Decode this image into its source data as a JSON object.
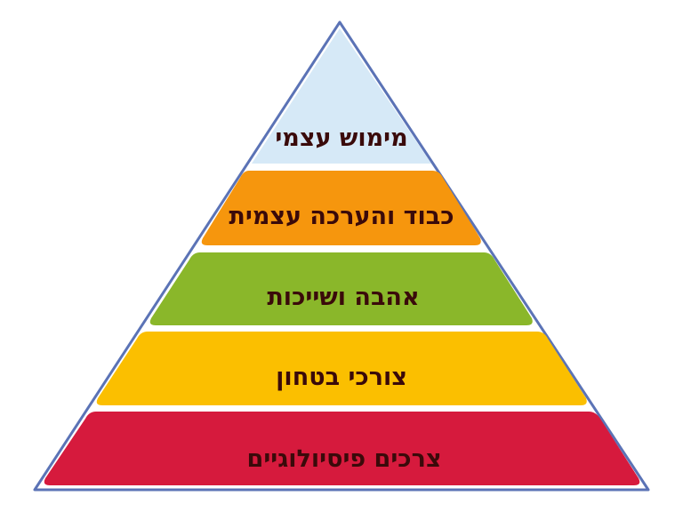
{
  "diagram": {
    "type": "pyramid",
    "outline_color": "#5b73b6",
    "levels": [
      {
        "label": "מימוש עצמי",
        "color": "#d6e9f7"
      },
      {
        "label": "כבוד והערכה עצמית",
        "color": "#f6960d"
      },
      {
        "label": "אהבה ושייכות",
        "color": "#8ab72a"
      },
      {
        "label": "צורכי בטחון",
        "color": "#fbbf00"
      },
      {
        "label": "צרכים פיסיולוגיים",
        "color": "#d61a3d"
      }
    ]
  }
}
